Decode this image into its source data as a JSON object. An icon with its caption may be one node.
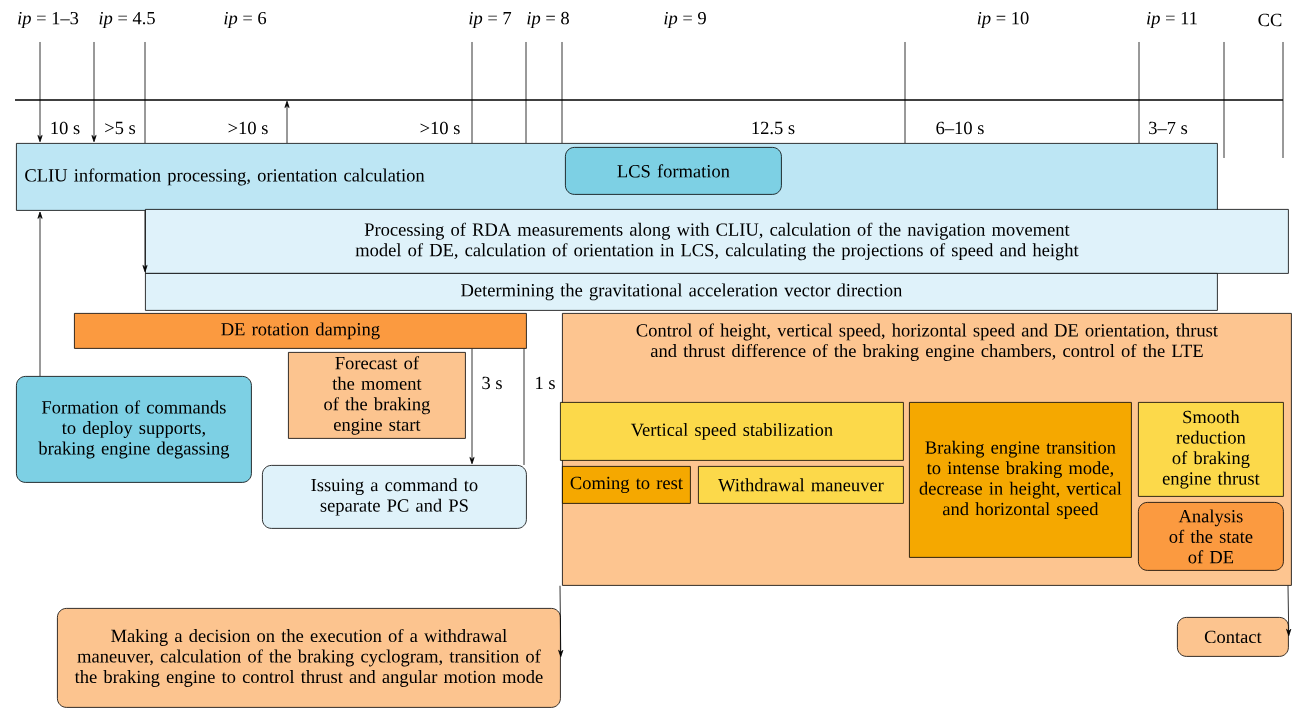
{
  "diagram": {
    "nodes": [
      {
        "text": [
          "CLIU information processing, orientation calculation"
        ]
      },
      {
        "text": [
          "LCS formation"
        ],
        "in": 0
      },
      {
        "text": [
          "Processing of RDA measurements along with CLIU, calculation of the navigation movement model of DE, calculation of orientation in LCS, calculating the projections of speed and height"
        ]
      },
      {
        "text": [
          "Determining the gravitational acceleration vector direction"
        ]
      },
      {
        "text": [
          "DE rotation damping"
        ]
      },
      {
        "text": [
          "Forecast of the moment of the braking engine start"
        ]
      },
      {
        "text": [
          "Control of height, vertical speed, horizontal speed and DE orientation, thrust and thrust difference of the braking engine chambers, control of the LTE"
        ]
      },
      {
        "text": [
          "Vertical speed stabilization"
        ],
        "in": 6
      },
      {
        "text": [
          "Coming to rest"
        ],
        "in": 6
      },
      {
        "text": [
          "Withdrawal maneuver"
        ],
        "in": 6
      },
      {
        "text": [
          "Braking engine transition to intense braking mode, decrease in height, vertical and horizontal speed"
        ],
        "in": 6
      },
      {
        "text": [
          "Smooth reduction of braking engine thrust"
        ],
        "in": 6
      },
      {
        "text": [
          "Analysis of the state of DE"
        ],
        "in": 6
      },
      {
        "text": [
          "Formation of commands to deploy supports, braking engine degassing"
        ]
      },
      {
        "text": [
          "Issuing a command to separate PC and PS"
        ]
      },
      {
        "text": [
          "Making a decision on the execution of a withdrawal maneuver, calculation of the braking cyclogram, transition of the braking engine to control thrust and angular motion mode"
        ]
      },
      {
        "text": [
          "Contact"
        ]
      }
    ],
    "edges": [
      {
        "from": 13,
        "to": 0,
        "arrow": "to"
      },
      {
        "from": 4,
        "to": 14,
        "arrow": "to",
        "label": "3 s"
      },
      {
        "from": 4,
        "to": 14,
        "arrow": "none",
        "label": "1 s"
      },
      {
        "from": 6,
        "to": 15,
        "arrow": "to"
      },
      {
        "from": 6,
        "to": 16,
        "arrow": "to"
      },
      {
        "from": null,
        "to": 0,
        "arrow": "to"
      },
      {
        "from": null,
        "to": 0,
        "arrow": "to"
      },
      {
        "from": 0,
        "to": null,
        "arrow": "to"
      },
      {
        "from": 0,
        "to": 3,
        "arrow": "to"
      }
    ],
    "labels": [
      "*ip* = 1–3",
      "*ip* = 4.5",
      "*ip* = 6",
      "*ip* = 7",
      "*ip* = 8",
      "*ip* = 9",
      "*ip* = 10",
      "*ip* = 11",
      "CC",
      "10 s",
      ">5 s",
      ">10 s",
      ">10 s",
      "12.5 s",
      "6–10 s",
      "3–7 s"
    ]
  }
}
